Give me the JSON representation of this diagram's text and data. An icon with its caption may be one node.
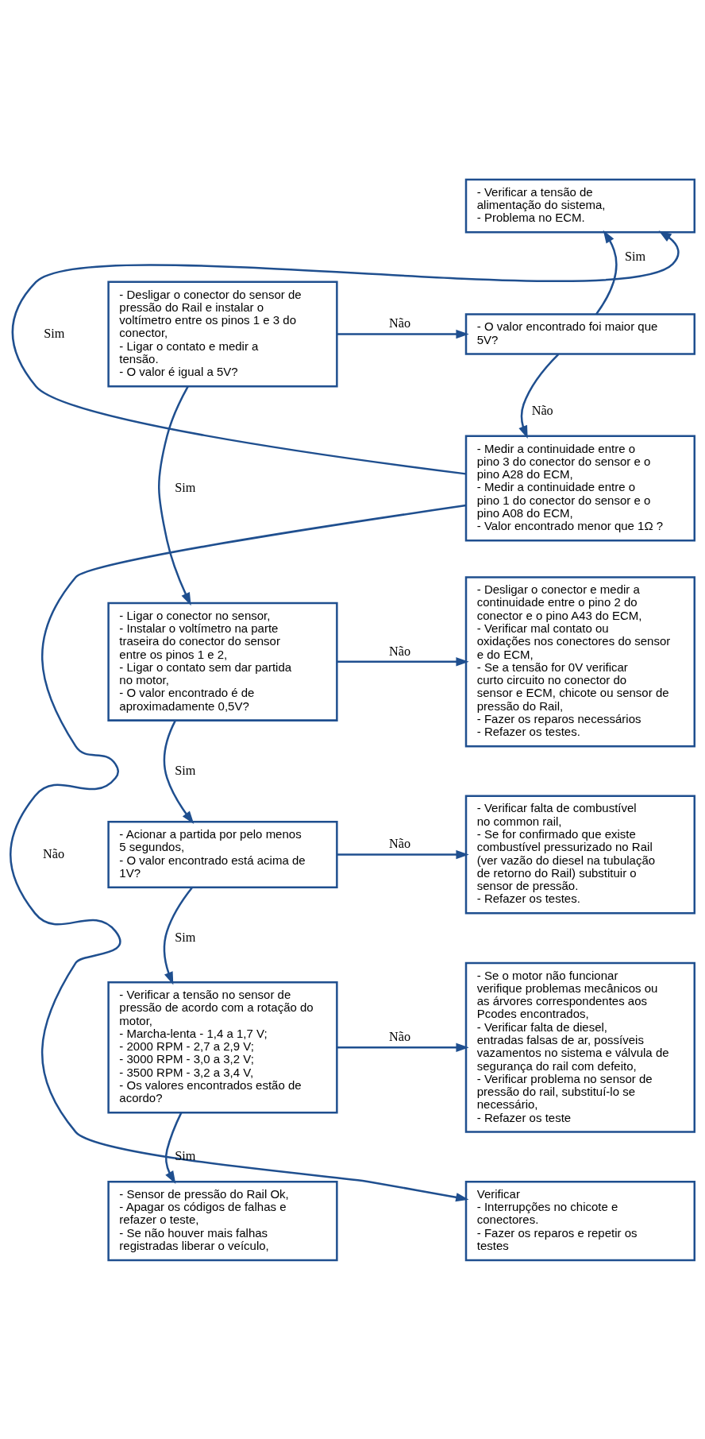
{
  "diagram": {
    "nodes": [
      {
        "text": [
          "- Verificar a tensão de alimentação do sistema,",
          "- Problema no ECM."
        ]
      },
      {
        "text": [
          "- Desligar o conector do sensor de pressão do Rail e instalar o voltímetro entre os pinos 1 e 3 do conector,",
          "- Ligar o contato e medir a tensão.",
          "- O valor é igual a 5V?"
        ]
      },
      {
        "text": [
          "- O valor encontrado foi maior que 5V?"
        ]
      },
      {
        "text": [
          "- Medir a continuidade entre o pino 3 do conector do sensor e o pino A28 do ECM,",
          "- Medir a continuidade entre o pino 1 do conector do sensor e o pino A08 do ECM,",
          "- Valor encontrado menor que 1Ω ?"
        ]
      },
      {
        "text": [
          "- Ligar o conector no sensor,",
          "- Instalar o voltímetro na parte traseira do conector do sensor entre os pinos 1 e 2,",
          "- Ligar o contato sem dar partida no motor,",
          "- O valor encontrado é de aproximadamente 0,5V?"
        ]
      },
      {
        "text": [
          "- Desligar o conector e medir a continuidade entre o pino 2 do conector e o pino A43 do ECM,",
          "- Verificar mal contato ou oxidações nos conectores do sensor e do ECM,",
          "- Se a tensão for 0V verificar curto circuito no conector do sensor e ECM, chicote ou sensor de pressão do Rail,",
          "- Fazer os reparos necessários",
          "- Refazer os testes."
        ]
      },
      {
        "text": [
          "- Acionar a partida por pelo menos 5 segundos,",
          "- O valor encontrado está acima de 1V?"
        ]
      },
      {
        "text": [
          "- Verificar falta de combustível no common rail,",
          "- Se for confirmado que existe combustível pressurizado no Rail (ver vazão do diesel na tubulação de retorno do Rail) substituir o sensor de pressão.",
          "- Refazer os testes."
        ]
      },
      {
        "text": [
          "- Verificar a tensão no sensor de pressão de acordo com a rotação do motor,",
          "- Marcha-lenta - 1,4 a 1,7 V;",
          "- 2000 RPM - 2,7 a 2,9 V;",
          "- 3000 RPM - 3,0 a 3,2 V;",
          "- 3500 RPM - 3,2 a 3,4 V,",
          "- Os valores encontrados estão de acordo?"
        ]
      },
      {
        "text": [
          "- Se o motor não funcionar verifique problemas mecânicos ou as árvores correspondentes aos Pcodes encontrados,",
          "- Verificar falta de diesel, entradas falsas de ar, possíveis vazamentos no sistema e válvula de segurança do rail com defeito,",
          "- Verificar problema no sensor de pressão do rail, substituí-lo se necessário,",
          "- Refazer os teste"
        ]
      },
      {
        "text": [
          "- Sensor de pressão do Rail Ok,",
          "- Apagar os códigos de falhas e refazer o teste,",
          "- Se não houver mais falhas registradas liberar o veículo,"
        ]
      },
      {
        "text": [
          "Verificar",
          "- Interrupções no chicote e conectores.",
          "- Fazer os reparos e repetir os testes"
        ]
      }
    ],
    "edges": [
      {
        "from": 1,
        "to": 2,
        "arrow": "to",
        "label": "Não"
      },
      {
        "from": 2,
        "to": 0,
        "arrow": "to",
        "label": "Sim"
      },
      {
        "from": 2,
        "to": 3,
        "arrow": "to",
        "label": "Não"
      },
      {
        "from": 3,
        "to": 0,
        "arrow": "to",
        "label": "Sim"
      },
      {
        "from": 3,
        "to": 11,
        "arrow": "to",
        "label": "Não"
      },
      {
        "from": 1,
        "to": 4,
        "arrow": "to",
        "label": "Sim"
      },
      {
        "from": 4,
        "to": 5,
        "arrow": "to",
        "label": "Não"
      },
      {
        "from": 4,
        "to": 6,
        "arrow": "to",
        "label": "Sim"
      },
      {
        "from": 6,
        "to": 7,
        "arrow": "to",
        "label": "Não"
      },
      {
        "from": 6,
        "to": 8,
        "arrow": "to",
        "label": "Sim"
      },
      {
        "from": 8,
        "to": 9,
        "arrow": "to",
        "label": "Não"
      },
      {
        "from": 8,
        "to": 10,
        "arrow": "to",
        "label": "Sim"
      }
    ]
  }
}
